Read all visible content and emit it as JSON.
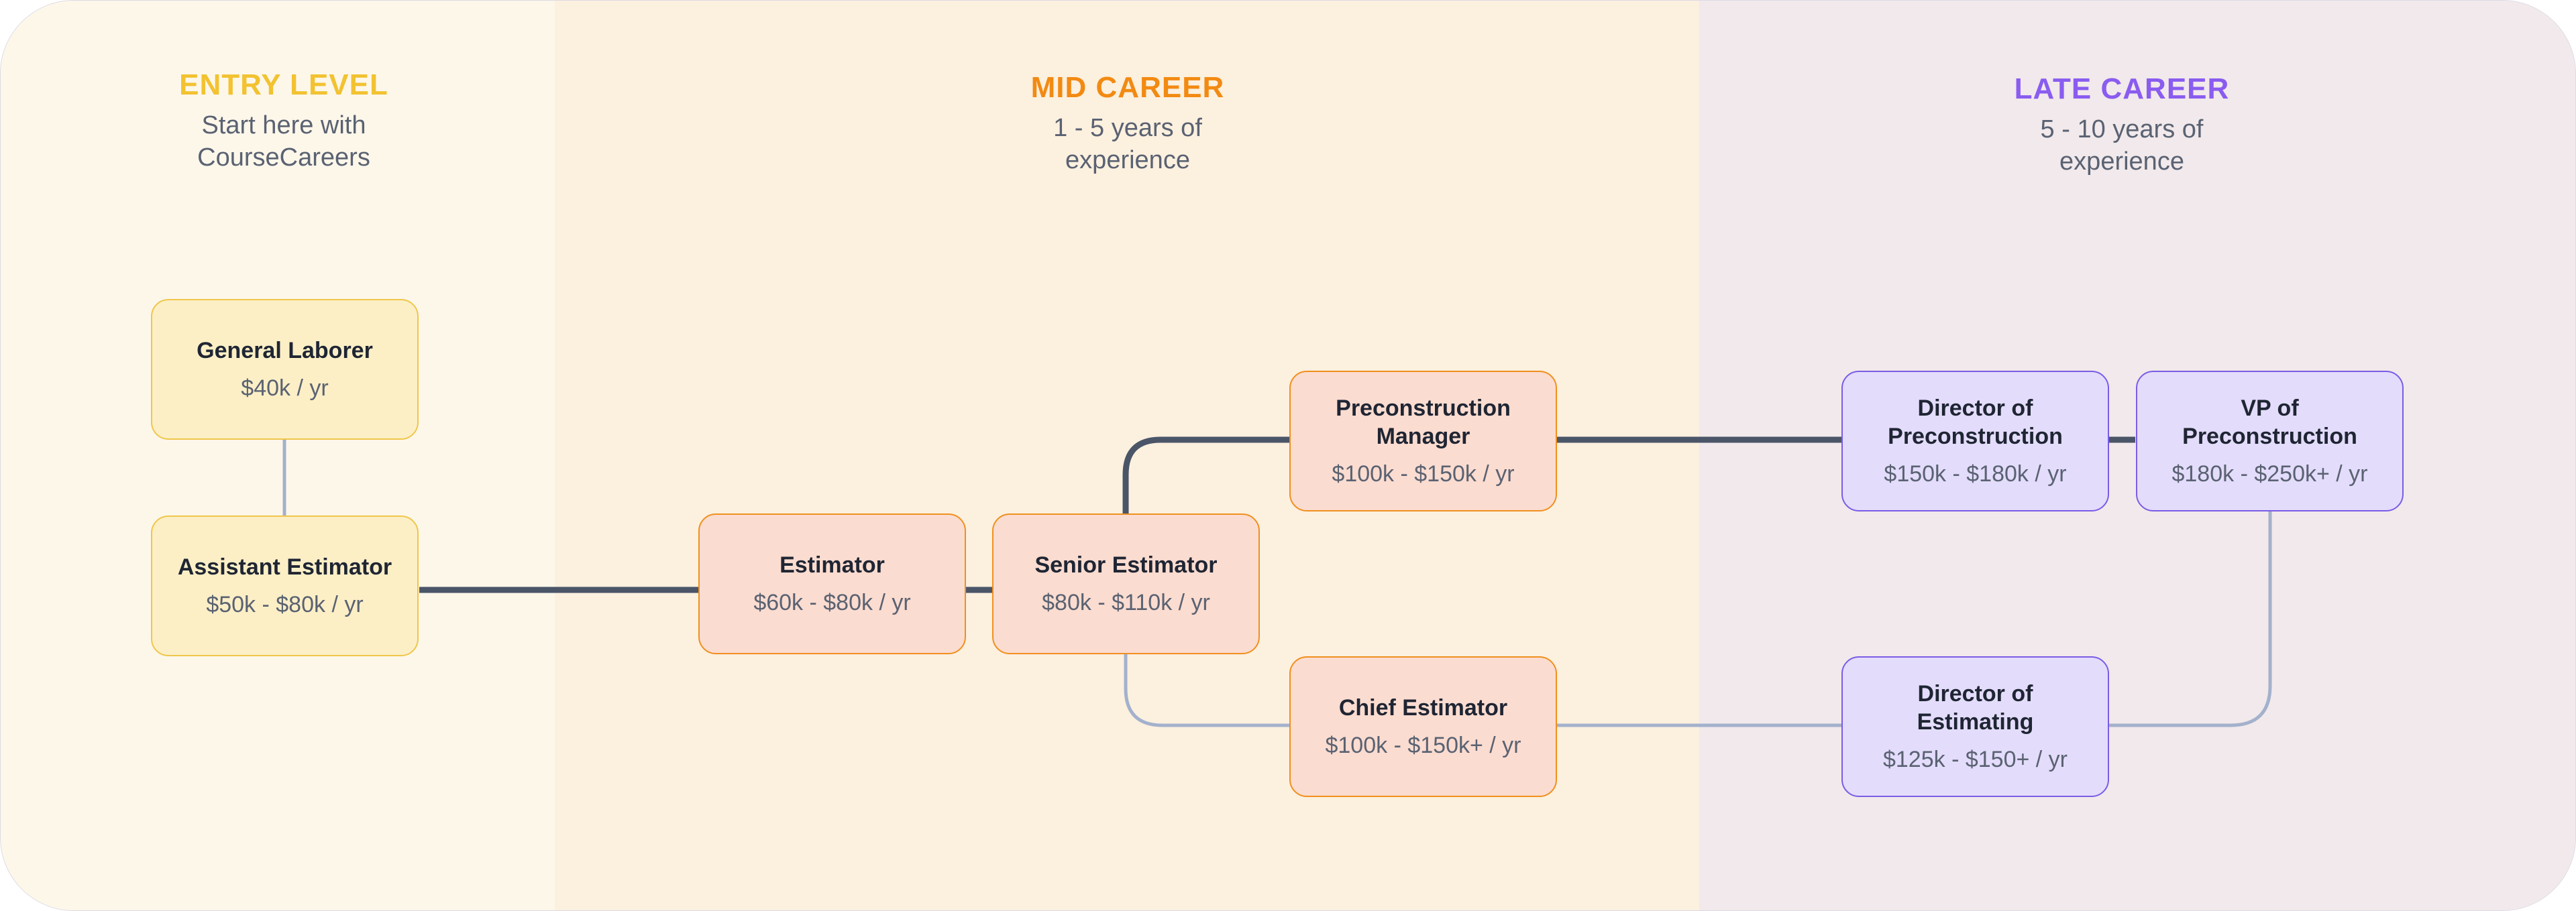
{
  "colors": {
    "entry_accent": "#f2c230",
    "mid_accent": "#f28a12",
    "late_accent": "#8a5cf0",
    "primary_path": "#4a5568",
    "secondary_path": "#a3b1cc"
  },
  "stages": {
    "entry": {
      "title": "ENTRY LEVEL",
      "subtitle_line1": "Start here with",
      "subtitle_line2": "CourseCareers"
    },
    "mid": {
      "title": "MID CAREER",
      "subtitle_line1": "1 - 5 years of",
      "subtitle_line2": "experience"
    },
    "late": {
      "title": "LATE CAREER",
      "subtitle_line1": "5 - 10 years of",
      "subtitle_line2": "experience"
    }
  },
  "roles": {
    "general_laborer": {
      "title_line1": "General Laborer",
      "title_line2": "",
      "salary": "$40k / yr"
    },
    "assistant_estimator": {
      "title_line1": "Assistant Estimator",
      "title_line2": "",
      "salary": "$50k - $80k / yr"
    },
    "estimator": {
      "title_line1": "Estimator",
      "title_line2": "",
      "salary": "$60k - $80k / yr"
    },
    "senior_estimator": {
      "title_line1": "Senior Estimator",
      "title_line2": "",
      "salary": "$80k - $110k / yr"
    },
    "preconstruction_manager": {
      "title_line1": "Preconstruction",
      "title_line2": "Manager",
      "salary": "$100k - $150k / yr"
    },
    "chief_estimator": {
      "title_line1": "Chief Estimator",
      "title_line2": "",
      "salary": "$100k - $150k+ / yr"
    },
    "director_of_preconstruction": {
      "title_line1": "Director of",
      "title_line2": "Preconstruction",
      "salary": "$150k - $180k / yr"
    },
    "vp_of_preconstruction": {
      "title_line1": "VP of",
      "title_line2": "Preconstruction",
      "salary": "$180k - $250k+ / yr"
    },
    "director_of_estimating": {
      "title_line1": "Director of",
      "title_line2": "Estimating",
      "salary": "$125k - $150+ / yr"
    }
  },
  "connections": [
    {
      "from": "general_laborer",
      "to": "assistant_estimator",
      "style": "secondary"
    },
    {
      "from": "assistant_estimator",
      "to": "estimator",
      "style": "primary"
    },
    {
      "from": "estimator",
      "to": "senior_estimator",
      "style": "primary"
    },
    {
      "from": "senior_estimator",
      "to": "preconstruction_manager",
      "style": "primary"
    },
    {
      "from": "preconstruction_manager",
      "to": "director_of_preconstruction",
      "style": "primary"
    },
    {
      "from": "director_of_preconstruction",
      "to": "vp_of_preconstruction",
      "style": "primary"
    },
    {
      "from": "senior_estimator",
      "to": "chief_estimator",
      "style": "secondary"
    },
    {
      "from": "chief_estimator",
      "to": "director_of_estimating",
      "style": "secondary"
    },
    {
      "from": "director_of_estimating",
      "to": "vp_of_preconstruction",
      "style": "secondary"
    }
  ]
}
